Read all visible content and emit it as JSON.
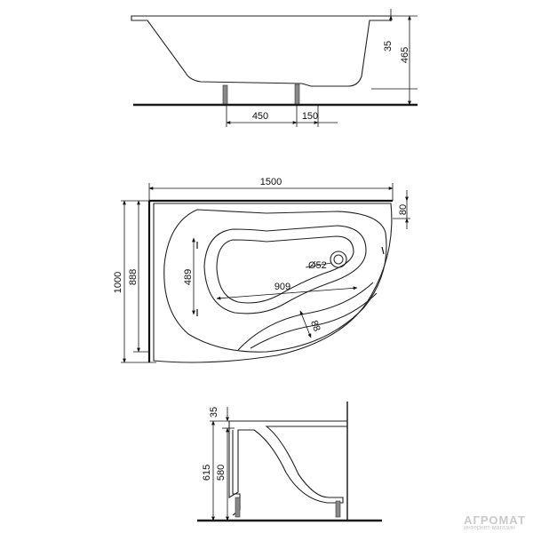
{
  "colors": {
    "ink": "#111111",
    "floor": "#1a1a1a",
    "leg": "#888888",
    "watermark": "#c9c9c9"
  },
  "side_view": {
    "dim_rim": "35",
    "dim_height": "465",
    "dim_leg_spacing": "450",
    "dim_leg_offset": "150"
  },
  "plan_view": {
    "dim_length": "1500",
    "dim_width": "1000",
    "dim_inner_width": "888",
    "dim_corner": "80",
    "dim_basin_width": "489",
    "dim_basin_length": "909",
    "dim_drain": "Ø52",
    "dim_step": "88"
  },
  "end_view": {
    "dim_rim": "35",
    "dim_total": "615",
    "dim_body": "580"
  },
  "watermark": {
    "brand": "АГРОМАТ",
    "subtitle": "интернет-магазин"
  }
}
